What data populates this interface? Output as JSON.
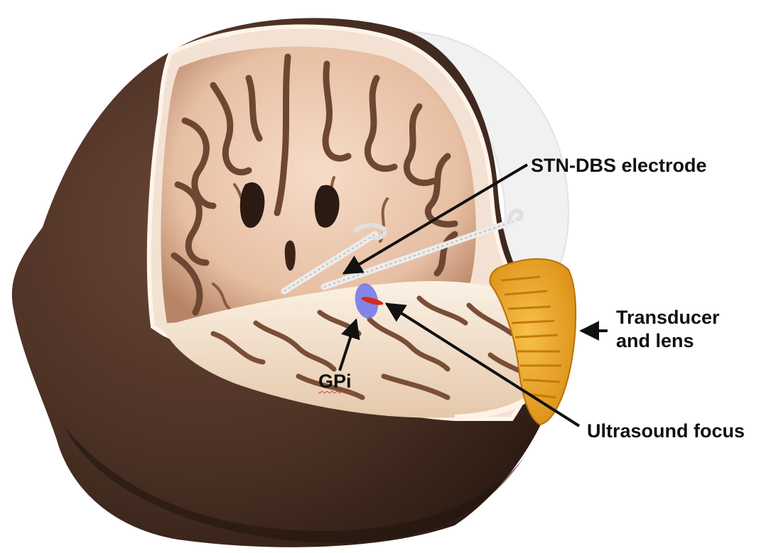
{
  "labels": {
    "stn_dbs_electrode": "STN-DBS electrode",
    "transducer_line1": "Transducer",
    "transducer_line2": "and lens",
    "ultrasound_focus": "Ultrasound focus",
    "gpi": "GPi"
  },
  "colors": {
    "skin": "#4a3024",
    "skin_dark": "#2e1d15",
    "brain_tissue": "#f1d2bc",
    "brain_folds": "#6e4733",
    "axial_slice": "#f6e6d3",
    "electrode": "#e4e4e4",
    "transducer": "#f0a722",
    "gpi": "#6d73e6",
    "focus": "#d62a1a",
    "arrow": "#111111"
  },
  "icons": [
    "arrow-icon"
  ]
}
